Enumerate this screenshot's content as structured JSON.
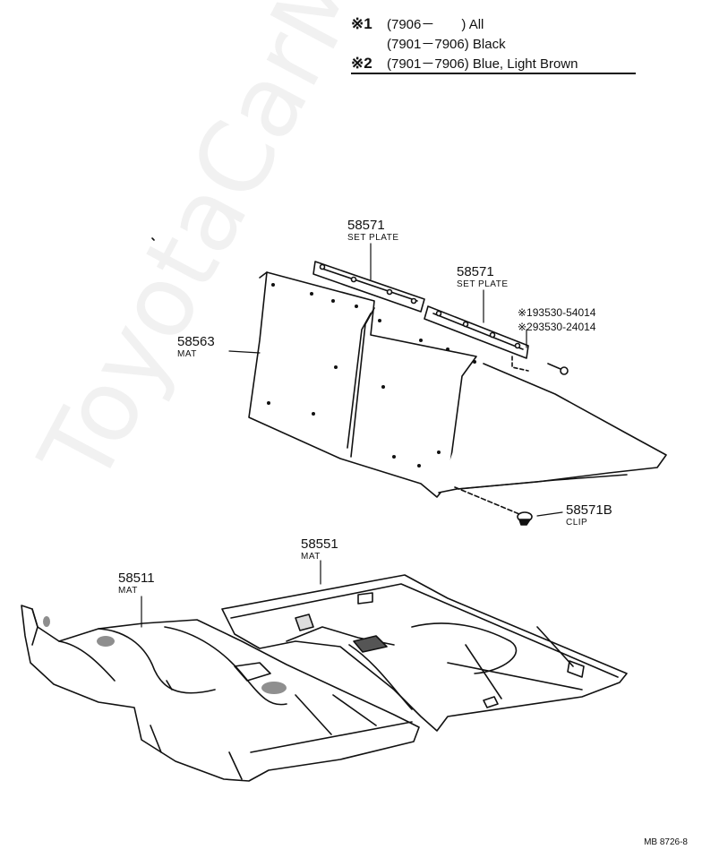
{
  "legend": [
    {
      "mark": "※1",
      "range": "(7906－　　)",
      "desc": "All"
    },
    {
      "mark": "",
      "range": "(7901－7906)",
      "desc": "Black"
    },
    {
      "mark": "※2",
      "range": "(7901－7906)",
      "desc": "Blue, Light Brown"
    }
  ],
  "parts": {
    "set_plate_left": {
      "number": "58571",
      "caption": "SET PLATE"
    },
    "set_plate_right": {
      "number": "58571",
      "caption": "SET PLATE"
    },
    "rear_mat": {
      "number": "58563",
      "caption": "MAT"
    },
    "clip": {
      "number": "58571B",
      "caption": "CLIP"
    },
    "rear_floor_mat": {
      "number": "58551",
      "caption": "MAT"
    },
    "front_floor_mat": {
      "number": "58511",
      "caption": "MAT"
    }
  },
  "screw_refs": [
    "※193530-54014",
    "※293530-24014"
  ],
  "watermark": "ToyotaCarMine.ru",
  "figure_code": "MB 8726-8"
}
